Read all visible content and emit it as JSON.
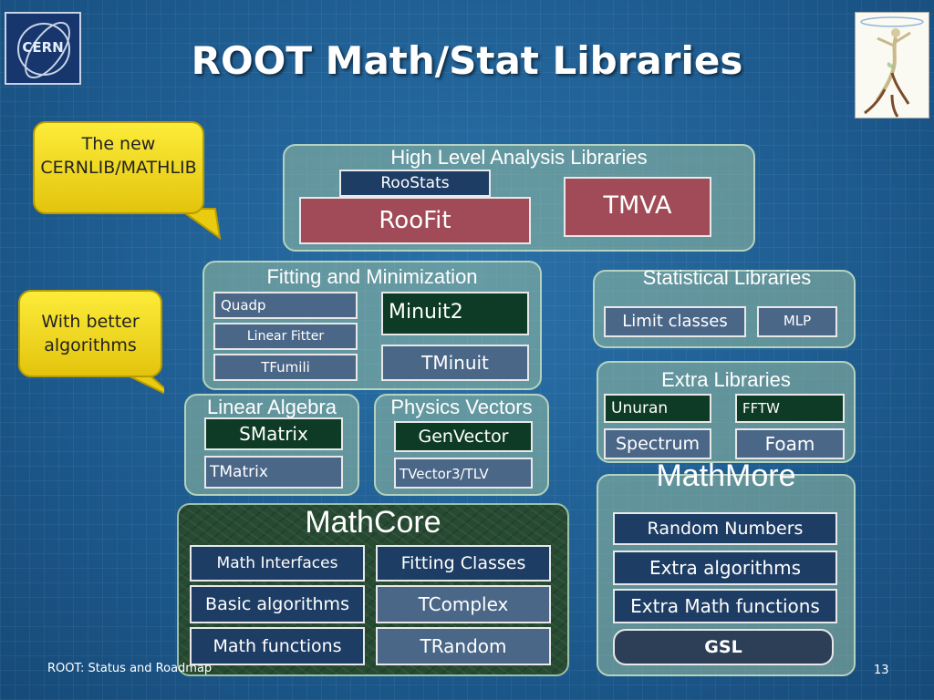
{
  "title": "ROOT Math/Stat Libraries",
  "logo_text": "CERN",
  "callouts": {
    "first": "The new CERNLIB/MATHLIB",
    "second": "With better algorithms"
  },
  "high_level": {
    "title": "High Level Analysis Libraries",
    "roostats": "RooStats",
    "roofit": "RooFit",
    "tmva": "TMVA"
  },
  "fitting": {
    "title": "Fitting and Minimization",
    "quadp": "Quadp",
    "linear_fitter": "Linear Fitter",
    "tfumili": "TFumili",
    "minuit2": "Minuit2",
    "tminuit": "TMinuit"
  },
  "statistical": {
    "title": "Statistical Libraries",
    "limit_classes": "Limit classes",
    "mlp": "MLP"
  },
  "extra": {
    "title": "Extra Libraries",
    "unuran": "Unuran",
    "fftw": "FFTW",
    "spectrum": "Spectrum",
    "foam": "Foam"
  },
  "linear_algebra": {
    "title": "Linear Algebra",
    "smatrix": "SMatrix",
    "tmatrix": "TMatrix"
  },
  "physics_vectors": {
    "title": "Physics Vectors",
    "genvector": "GenVector",
    "tvector": "TVector3/TLV"
  },
  "mathcore": {
    "title": "MathCore",
    "math_interfaces": "Math Interfaces",
    "fitting_classes": "Fitting Classes",
    "basic_algorithms": "Basic algorithms",
    "tcomplex": "TComplex",
    "math_functions": "Math functions",
    "trandom": "TRandom"
  },
  "mathmore": {
    "title": "MathMore",
    "random_numbers": "Random Numbers",
    "extra_algorithms": "Extra algorithms",
    "extra_math_functions": "Extra Math functions",
    "gsl": "GSL"
  },
  "footer": {
    "left": "ROOT: Status and Roadmap",
    "page": "13"
  }
}
